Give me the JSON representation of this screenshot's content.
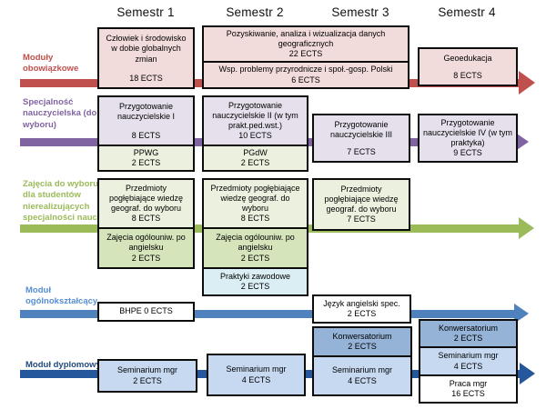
{
  "headers": [
    {
      "label": "Semestr 1"
    },
    {
      "label": "Semestr 2"
    },
    {
      "label": "Semestr 3"
    },
    {
      "label": "Semestr 4"
    }
  ],
  "rows": [
    {
      "label": "Moduły obowiązkowe",
      "color": "#c0504d"
    },
    {
      "label": "Specjalność nauczycielska (do wyboru)",
      "color": "#8064a2"
    },
    {
      "label": "Zajęcia do wyboru dla studentów nierealizujących specjalności naucz.",
      "color": "#9bbb59"
    },
    {
      "label": "Moduł ogólnokształcący",
      "color": "#4f81bd"
    },
    {
      "label": "Moduł dyplomowy",
      "color": "#1f497d"
    }
  ],
  "boxes": {
    "r1s1": {
      "title": "Człowiek i środowisko w dobie globalnych zmian",
      "ects": "18 ECTS"
    },
    "r1s23a": {
      "title": "Pozyskiwanie, analiza i wizualizacja danych geograficznych",
      "ects": "22 ECTS"
    },
    "r1s23b": {
      "title": "Wsp. problemy przyrodnicze i społ.-gosp. Polski",
      "ects": "6 ECTS"
    },
    "r1s4": {
      "title": "Geoedukacja",
      "ects": "8 ECTS"
    },
    "r2s1a": {
      "title": "Przygotowanie nauczycielskie I",
      "ects": "8 ECTS"
    },
    "r2s1b": {
      "title": "PPWG",
      "ects": "2 ECTS"
    },
    "r2s2a": {
      "title": "Przygotowanie nauczycielskie II (w tym prakt.ped.wst.)",
      "ects": "10 ECTS"
    },
    "r2s2b": {
      "title": "PGdW",
      "ects": "2 ECTS"
    },
    "r2s3": {
      "title": "Przygotowanie nauczycielskie III",
      "ects": "7 ECTS"
    },
    "r2s4": {
      "title": "Przygotowanie nauczycielskie IV (w tym praktyka)",
      "ects": "9 ECTS"
    },
    "r3s1a": {
      "title": "Przedmioty pogłębiające wiedzę geograf. do wyboru",
      "ects": "8 ECTS"
    },
    "r3s1b": {
      "title": "Zajęcia ogólouniw. po angielsku",
      "ects": "2 ECTS"
    },
    "r3s2a": {
      "title": "Przedmioty pogłębiające wiedzę geograf. do wyboru",
      "ects": "8 ECTS"
    },
    "r3s2b": {
      "title": "Zajęcia ogólouniw. po angielsku",
      "ects": "2 ECTS"
    },
    "r3s2c": {
      "title": "Praktyki zawodowe",
      "ects": "2 ECTS"
    },
    "r3s3": {
      "title": "Przedmioty pogłębiające wiedzę geograf. do wyboru",
      "ects": "7 ECTS"
    },
    "r4s1": {
      "title": "BHPE 0 ECTS",
      "ects": ""
    },
    "r4s3": {
      "title": "Język angielski spec.",
      "ects": "2 ECTS"
    },
    "r5s1": {
      "title": "Seminarium mgr",
      "ects": "2 ECTS"
    },
    "r5s2": {
      "title": "Seminarium mgr",
      "ects": "4 ECTS"
    },
    "r5s3a": {
      "title": "Konwersatorium",
      "ects": "2 ECTS"
    },
    "r5s3b": {
      "title": "Seminarium mgr",
      "ects": "4 ECTS"
    },
    "r5s4a": {
      "title": "Konwersatorium",
      "ects": "2 ECTS"
    },
    "r5s4b": {
      "title": "Seminarium mgr",
      "ects": "4 ECTS"
    },
    "r5s4c": {
      "title": "Praca mgr",
      "ects": "16 ECTS"
    }
  }
}
